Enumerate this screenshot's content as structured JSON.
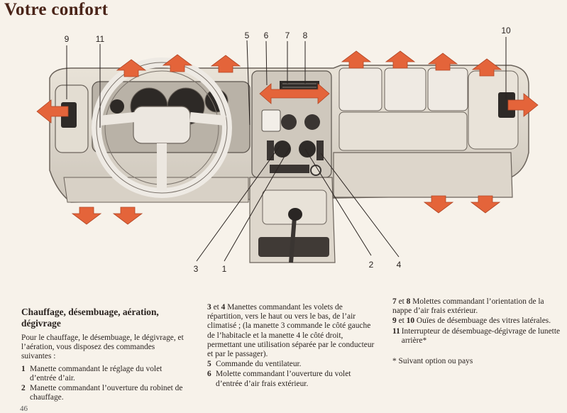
{
  "page": {
    "title": "Votre confort",
    "page_number": "46"
  },
  "callouts": {
    "top": [
      "9",
      "11",
      "5",
      "6",
      "7",
      "8",
      "10"
    ],
    "bottom": [
      "3",
      "1",
      "2",
      "4"
    ]
  },
  "colors": {
    "arrow": "#e4643a",
    "title": "#4a2418",
    "paper": "#f7f2ea"
  },
  "text": {
    "col1": {
      "heading": "Chauffage, désembuage, aération, dégivrage",
      "intro": "Pour le chauffage, le désembuage, le dégivrage, et l’aération, vous disposez des commandes suivantes :",
      "items": [
        {
          "num": "1",
          "text": "Manette commandant le réglage du volet d’entrée d’air."
        },
        {
          "num": "2",
          "text": "Manette commandant l’ouverture du robinet de chauffage."
        }
      ]
    },
    "col2": {
      "items": [
        {
          "num_a": "3",
          "join": "et",
          "num_b": "4",
          "text": "Manettes commandant les volets de répartition, vers le haut ou vers le bas, de l’air climatisé ; (la manette 3 commande le côté gauche de l’habitacle et la manette 4 le côté droit, permettant une utilisation séparée par le conducteur et par le passager)."
        },
        {
          "num": "5",
          "text": "Commande du ventilateur."
        },
        {
          "num": "6",
          "text": "Molette commandant l’ouverture du volet d’entrée d’air frais extérieur."
        }
      ]
    },
    "col3": {
      "items": [
        {
          "num_a": "7",
          "join": "et",
          "num_b": "8",
          "text": "Molettes commandant l’orientation de la nappe d’air frais extérieur."
        },
        {
          "num_a": "9",
          "join": "et",
          "num_b": "10",
          "text": "Ouïes de désembuage des vitres latérales."
        },
        {
          "num": "11",
          "text": "Interrupteur de désembuage-dégivrage de lunette arrière*"
        }
      ],
      "note": "* Suivant option ou pays"
    }
  }
}
